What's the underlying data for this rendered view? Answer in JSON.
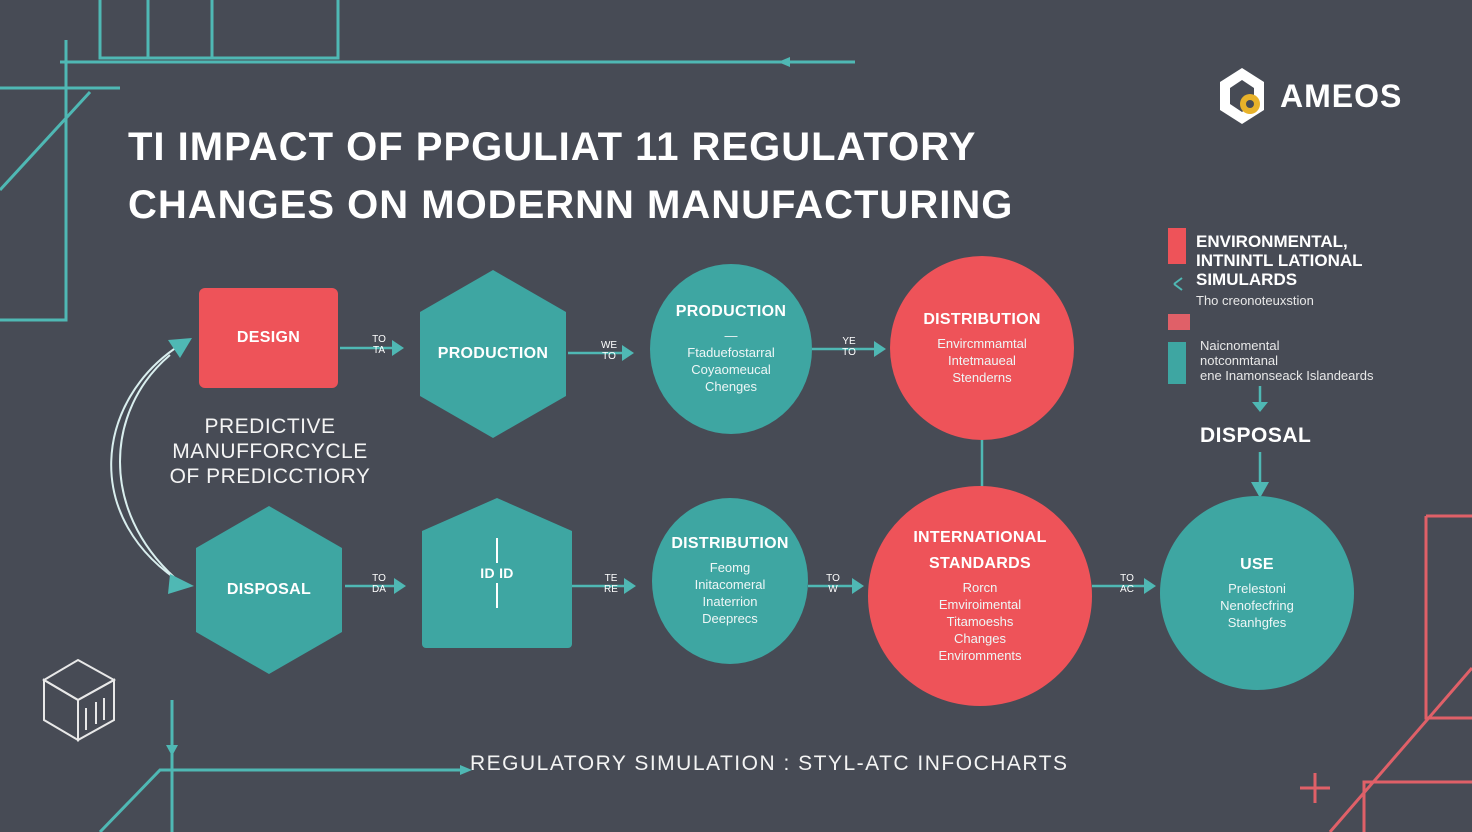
{
  "title": {
    "line1": "TI IMPACT OF PPGULIAT 11 REGULATORY",
    "line2": "CHANGES ON MODERNN MANUFACTURING"
  },
  "brand": {
    "name": "AMEOS"
  },
  "nodes": {
    "design": {
      "title": "DESIGN"
    },
    "production_hex": {
      "title": "PRODUCTION"
    },
    "production_circle": {
      "title": "PRODUCTION",
      "sub1": "—",
      "sub2": "Ftaduefostarral",
      "sub3": "Coyaomeucal",
      "sub4": "Chenges"
    },
    "distribution_top": {
      "title": "DISTRIBUTION",
      "sub1": "Envircmmamtal",
      "sub2": "Intetmaueal",
      "sub3": "Stenderns"
    },
    "disposal_hex": {
      "title": "DISPOSAL"
    },
    "middle_hex": {
      "title": "ID ID"
    },
    "distribution_bottom": {
      "title": "DISTRIBUTION",
      "sub1": "Feomg",
      "sub2": "Initacomeral",
      "sub3": "Inaterrion",
      "sub4": "Deeprecs"
    },
    "international": {
      "title1": "INTERNATIONAL",
      "title2": "STANDARDS",
      "sub1": "Rorcn",
      "sub2": "Emviroimental",
      "sub3": "Titamoeshs",
      "sub4": "Changes",
      "sub5": "Enviromments"
    },
    "use": {
      "title": "USE",
      "sub1": "Prelestoni",
      "sub2": "Nenofecfring",
      "sub3": "Stanhgfes"
    }
  },
  "arrow_labels": {
    "a1": [
      "TO",
      "TA"
    ],
    "a2": [
      "WE",
      "TO"
    ],
    "a3": [
      "YE",
      "TO"
    ],
    "a4": [
      "TO",
      "DA"
    ],
    "a5": [
      "TE",
      "RE"
    ],
    "a6": [
      "TO",
      "W"
    ],
    "a7": [
      "TO",
      "AC"
    ]
  },
  "side_label": {
    "line1": "PREDICTIVE",
    "line2": "MANUFFORCYCLE",
    "line3": "OF PREDICCTIORY"
  },
  "legend": {
    "item1_line1": "ENVIRONMENTAL,",
    "item1_line2": "INTNINTL LATIONAL",
    "item1_line3": "SIMULARDS",
    "item1_small": "Tho creonoteuxstion",
    "item3_line1": "Naicnomental",
    "item3_line2": "notconmtanal",
    "item3_line3": "ene Inamonseack Islandeards",
    "disposal": "DISPOSAL"
  },
  "footer": "REGULATORY SIMULATION : STYL-ATC INFOCHARTS",
  "colors": {
    "background": "#474b55",
    "teal": "#3ea6a2",
    "red": "#ee5359",
    "line_teal": "#4fb8b4",
    "line_red": "#e06068"
  }
}
